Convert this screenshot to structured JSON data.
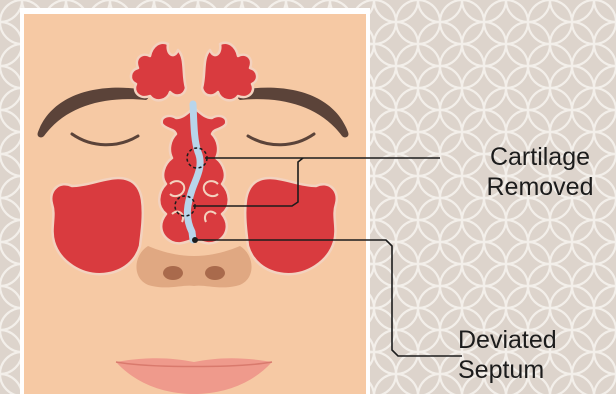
{
  "labels": {
    "cartilage_line1": "Cartilage",
    "cartilage_line2": "Removed",
    "septum_line1": "Deviated",
    "septum_line2": "Septum"
  },
  "colors": {
    "background_pattern_bg": "#ddd4cc",
    "pattern_stroke": "#f3efea",
    "panel_border": "#ffffff",
    "skin": "#f6c9a4",
    "sinus_red": "#d93b3f",
    "sinus_outline": "#f3d2bf",
    "septum_blue": "#b8d5ea",
    "eyebrow": "#5b4339",
    "nose_tan": "#e0a882",
    "lips": "#ef9a8c",
    "callout_line": "#1c1c1c"
  },
  "icons": [
    "cartilage-marker-icon",
    "septum-endpoint-icon"
  ]
}
